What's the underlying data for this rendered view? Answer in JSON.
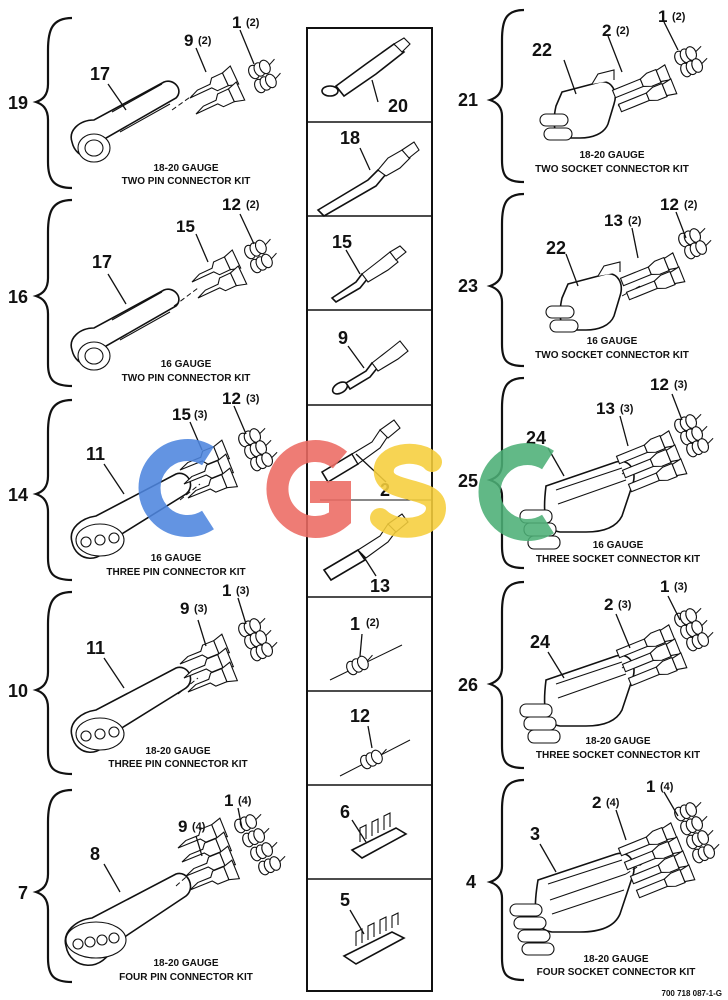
{
  "kits": [
    {
      "index": "19",
      "gauge": "18-20 GAUGE",
      "name": "TWO PIN CONNECTOR KIT",
      "housing": "17",
      "contact": "9",
      "contact_qty": "(2)",
      "seal": "1",
      "seal_qty": "(2)"
    },
    {
      "index": "16",
      "gauge": "16 GAUGE",
      "name": "TWO PIN CONNECTOR KIT",
      "housing": "17",
      "contact": "15",
      "contact_qty": "",
      "seal": "12",
      "seal_qty": "(2)"
    },
    {
      "index": "14",
      "gauge": "16 GAUGE",
      "name": "THREE PIN CONNECTOR KIT",
      "housing": "11",
      "contact": "15",
      "contact_qty": "(3)",
      "seal": "12",
      "seal_qty": "(3)"
    },
    {
      "index": "10",
      "gauge": "18-20 GAUGE",
      "name": "THREE PIN CONNECTOR KIT",
      "housing": "11",
      "contact": "9",
      "contact_qty": "(3)",
      "seal": "1",
      "seal_qty": "(3)"
    },
    {
      "index": "7",
      "gauge": "18-20 GAUGE",
      "name": "FOUR PIN CONNECTOR KIT",
      "housing": "8",
      "contact": "9",
      "contact_qty": "(4)",
      "seal": "1",
      "seal_qty": "(4)"
    },
    {
      "index": "21",
      "gauge": "18-20 GAUGE",
      "name": "TWO SOCKET CONNECTOR KIT",
      "housing": "22",
      "contact": "2",
      "contact_qty": "(2)",
      "seal": "1",
      "seal_qty": "(2)"
    },
    {
      "index": "23",
      "gauge": "16 GAUGE",
      "name": "TWO SOCKET CONNECTOR KIT",
      "housing": "22",
      "contact": "13",
      "contact_qty": "(2)",
      "seal": "12",
      "seal_qty": "(2)"
    },
    {
      "index": "25",
      "gauge": "16 GAUGE",
      "name": "THREE SOCKET CONNECTOR KIT",
      "housing": "24",
      "contact": "13",
      "contact_qty": "(3)",
      "seal": "12",
      "seal_qty": "(3)"
    },
    {
      "index": "26",
      "gauge": "18-20 GAUGE",
      "name": "THREE SOCKET CONNECTOR KIT",
      "housing": "24",
      "contact": "2",
      "contact_qty": "(3)",
      "seal": "1",
      "seal_qty": "(3)"
    },
    {
      "index": "4",
      "gauge": "18-20 GAUGE",
      "name": "FOUR SOCKET CONNECTOR KIT",
      "housing": "3",
      "contact": "2",
      "contact_qty": "(4)",
      "seal": "1",
      "seal_qty": "(4)"
    }
  ],
  "center_parts": [
    {
      "id": "20"
    },
    {
      "id": "18"
    },
    {
      "id": "15"
    },
    {
      "id": "9"
    },
    {
      "id": "2"
    },
    {
      "id": "13"
    },
    {
      "id": "1",
      "qty": "(2)"
    },
    {
      "id": "12"
    },
    {
      "id": "6"
    },
    {
      "id": "5"
    }
  ],
  "figure_code": "700 718 087-1-G",
  "watermark": {
    "text": "CGSC",
    "colors": [
      "#4e86df",
      "#ec6b63",
      "#f6cf3c",
      "#4caf76"
    ]
  }
}
